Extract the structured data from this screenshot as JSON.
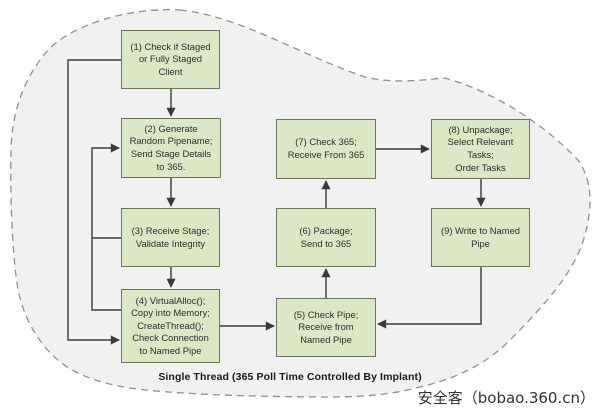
{
  "diagram": {
    "caption": "Single Thread (365 Poll Time Controlled By Implant)",
    "watermark": "安全客（bobao.360.cn）",
    "colors": {
      "node-fill": "#dce7c6",
      "node-border": "#6b7557",
      "node-text": "#2d2d2d",
      "arrow": "#3a3a3a",
      "blob-fill": "#f1f1f1",
      "blob-stroke": "#909090"
    },
    "nodes": [
      {
        "id": "1",
        "label": "(1) Check if Staged\nor Fully Staged\nClient"
      },
      {
        "id": "2",
        "label": "(2) Generate\nRandom Pipename;\nSend Stage Details\nto 365."
      },
      {
        "id": "3",
        "label": "(3) Receive Stage;\nValidate Integrity"
      },
      {
        "id": "4",
        "label": "(4) VirtualAlloc();\nCopy into Memory;\nCreateThread();\nCheck Connection\nto Named Pipe"
      },
      {
        "id": "5",
        "label": "(5) Check Pipe;\nReceive from\nNamed Pipe"
      },
      {
        "id": "6",
        "label": "(6) Package;\nSend to 365"
      },
      {
        "id": "7",
        "label": "(7) Check 365;\nReceive From 365"
      },
      {
        "id": "8",
        "label": "(8) Unpackage;\nSelect Relevant\nTasks;\nOrder Tasks"
      },
      {
        "id": "9",
        "label": "(9) Write to Named\nPipe"
      }
    ],
    "edges": [
      {
        "from": "1",
        "to": "2"
      },
      {
        "from": "2",
        "to": "3"
      },
      {
        "from": "3",
        "to": "4"
      },
      {
        "from": "1",
        "to": "4"
      },
      {
        "from": "3",
        "to": "2"
      },
      {
        "from": "4",
        "to": "2"
      },
      {
        "from": "4",
        "to": "5"
      },
      {
        "from": "5",
        "to": "6"
      },
      {
        "from": "6",
        "to": "7"
      },
      {
        "from": "7",
        "to": "8"
      },
      {
        "from": "8",
        "to": "9"
      },
      {
        "from": "9",
        "to": "5"
      }
    ]
  }
}
